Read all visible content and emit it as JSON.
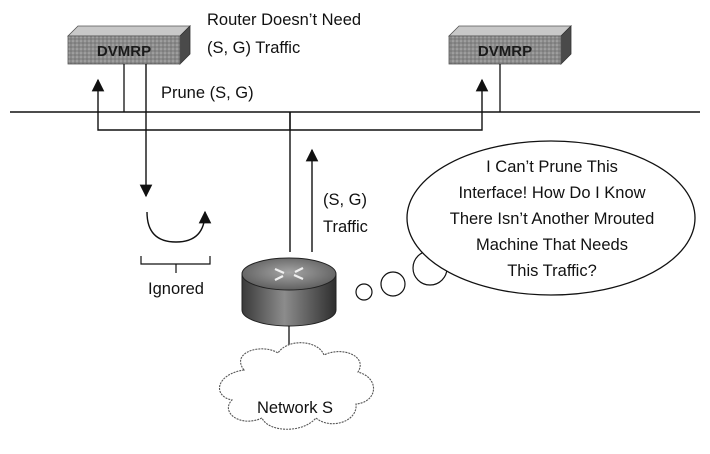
{
  "routers": {
    "left_label": "DVMRP",
    "right_label": "DVMRP"
  },
  "labels": {
    "doesnt_need_line1": "Router Doesn’t Need",
    "doesnt_need_line2": "(S, G) Traffic",
    "prune": "Prune (S, G)",
    "sg_traffic_line1": "(S, G)",
    "sg_traffic_line2": "Traffic",
    "ignored": "Ignored",
    "network": "Network S"
  },
  "thought_bubble": {
    "lines": [
      "I Can’t Prune This",
      "Interface! How Do I Know",
      "There Isn’t Another Mrouted",
      "Machine That Needs",
      "This Traffic?"
    ]
  }
}
